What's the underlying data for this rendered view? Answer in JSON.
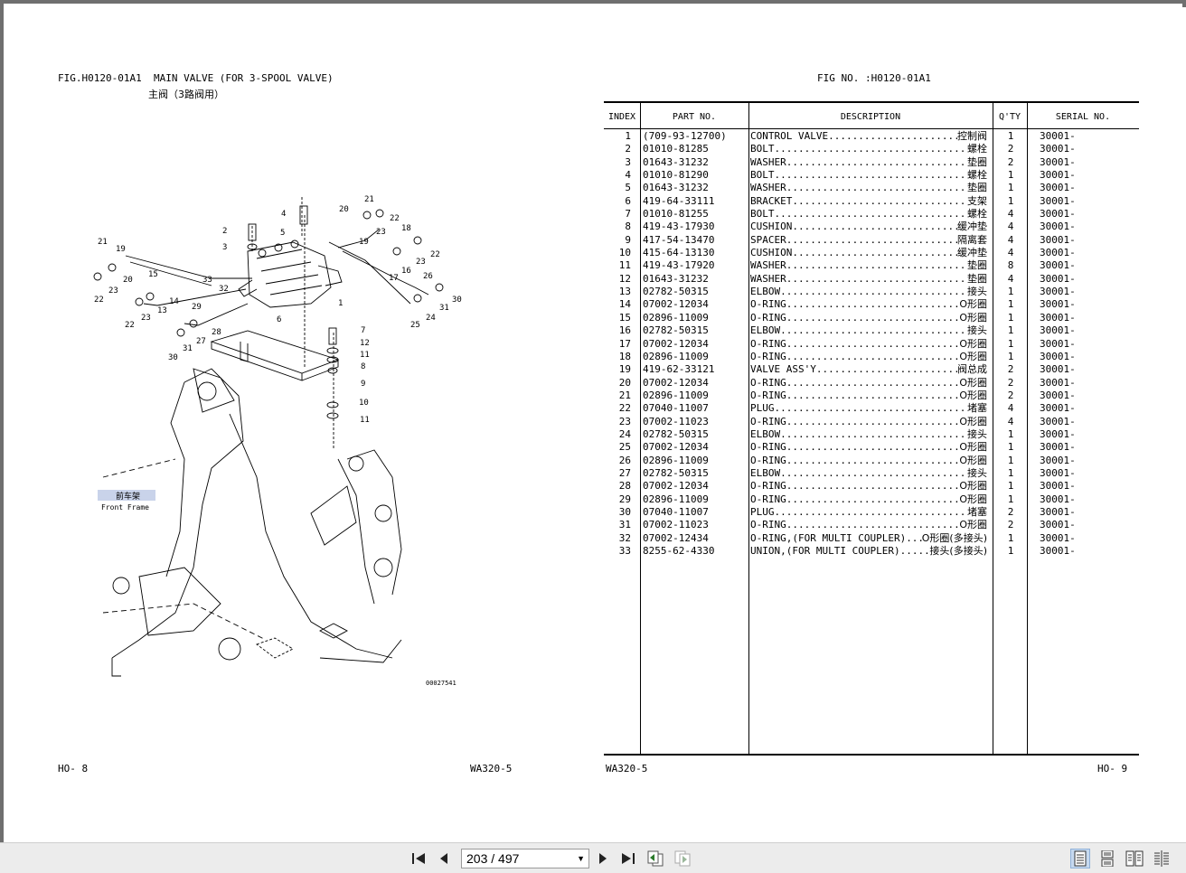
{
  "left_page": {
    "title": "FIG.H0120-01A1  MAIN VALVE (FOR 3-SPOOL VALVE)",
    "title_zh": "主阀（3路阀用）",
    "footer_left": "HO-   8",
    "footer_right": "WA320-5",
    "diagram": {
      "frame_label_zh": "前车架",
      "frame_label_en": "Front Frame",
      "drawing_no": "00027541",
      "callouts": [
        "1",
        "2",
        "3",
        "4",
        "5",
        "6",
        "7",
        "8",
        "9",
        "10",
        "11",
        "12",
        "13",
        "14",
        "15",
        "16",
        "17",
        "18",
        "19",
        "20",
        "21",
        "22",
        "23",
        "24",
        "25",
        "26",
        "27",
        "28",
        "29",
        "30",
        "31",
        "32",
        "33"
      ]
    }
  },
  "right_page": {
    "title": "FIG NO. :H0120-01A1",
    "footer_left": "WA320-5",
    "footer_right": "HO-   9",
    "headers": {
      "index": "INDEX",
      "part_no": "PART NO.",
      "description": "DESCRIPTION",
      "qty": "Q'TY",
      "serial": "SERIAL NO."
    },
    "rows": [
      {
        "index": "1",
        "part": "(709-93-12700)",
        "en": "CONTROL VALVE",
        "zh": "控制阀",
        "qty": "1",
        "serial": "30001-"
      },
      {
        "index": "2",
        "part": "01010-81285",
        "en": "BOLT",
        "zh": "螺栓",
        "qty": "2",
        "serial": "30001-"
      },
      {
        "index": "3",
        "part": "01643-31232",
        "en": "WASHER",
        "zh": "垫圈",
        "qty": "2",
        "serial": "30001-"
      },
      {
        "index": "4",
        "part": "01010-81290",
        "en": "BOLT",
        "zh": "螺栓",
        "qty": "1",
        "serial": "30001-"
      },
      {
        "index": "5",
        "part": "01643-31232",
        "en": "WASHER",
        "zh": "垫圈",
        "qty": "1",
        "serial": "30001-"
      },
      {
        "index": "6",
        "part": "419-64-33111",
        "en": "BRACKET",
        "zh": "支架",
        "qty": "1",
        "serial": "30001-"
      },
      {
        "index": "7",
        "part": "01010-81255",
        "en": "BOLT",
        "zh": "螺栓",
        "qty": "4",
        "serial": "30001-"
      },
      {
        "index": "8",
        "part": "419-43-17930",
        "en": "CUSHION",
        "zh": "缓冲垫",
        "qty": "4",
        "serial": "30001-"
      },
      {
        "index": "9",
        "part": "417-54-13470",
        "en": "SPACER",
        "zh": "隔离套",
        "qty": "4",
        "serial": "30001-"
      },
      {
        "index": "10",
        "part": "415-64-13130",
        "en": "CUSHION",
        "zh": "缓冲垫",
        "qty": "4",
        "serial": "30001-"
      },
      {
        "index": "11",
        "part": "419-43-17920",
        "en": "WASHER",
        "zh": "垫圈",
        "qty": "8",
        "serial": "30001-"
      },
      {
        "index": "12",
        "part": "01643-31232",
        "en": "WASHER",
        "zh": "垫圈",
        "qty": "4",
        "serial": "30001-"
      },
      {
        "index": "13",
        "part": "02782-50315",
        "en": "ELBOW",
        "zh": "接头",
        "qty": "1",
        "serial": "30001-"
      },
      {
        "index": "14",
        "part": "07002-12034",
        "en": "O-RING",
        "zh": "O形圈",
        "qty": "1",
        "serial": "30001-"
      },
      {
        "index": "15",
        "part": "02896-11009",
        "en": "O-RING",
        "zh": "O形圈",
        "qty": "1",
        "serial": "30001-"
      },
      {
        "index": "16",
        "part": "02782-50315",
        "en": "ELBOW",
        "zh": "接头",
        "qty": "1",
        "serial": "30001-"
      },
      {
        "index": "17",
        "part": "07002-12034",
        "en": "O-RING",
        "zh": "O形圈",
        "qty": "1",
        "serial": "30001-"
      },
      {
        "index": "18",
        "part": "02896-11009",
        "en": "O-RING",
        "zh": "O形圈",
        "qty": "1",
        "serial": "30001-"
      },
      {
        "index": "19",
        "part": "419-62-33121",
        "en": "VALVE ASS'Y",
        "zh": "阀总成",
        "qty": "2",
        "serial": "30001-"
      },
      {
        "index": "20",
        "part": "07002-12034",
        "en": "O-RING",
        "zh": "O形圈",
        "qty": "2",
        "serial": "30001-"
      },
      {
        "index": "21",
        "part": "02896-11009",
        "en": "O-RING",
        "zh": "O形圈",
        "qty": "2",
        "serial": "30001-"
      },
      {
        "index": "22",
        "part": "07040-11007",
        "en": "PLUG",
        "zh": "堵塞",
        "qty": "4",
        "serial": "30001-"
      },
      {
        "index": "23",
        "part": "07002-11023",
        "en": "O-RING",
        "zh": "O形圈",
        "qty": "4",
        "serial": "30001-"
      },
      {
        "index": "24",
        "part": "02782-50315",
        "en": "ELBOW",
        "zh": "接头",
        "qty": "1",
        "serial": "30001-"
      },
      {
        "index": "25",
        "part": "07002-12034",
        "en": "O-RING",
        "zh": "O形圈",
        "qty": "1",
        "serial": "30001-"
      },
      {
        "index": "26",
        "part": "02896-11009",
        "en": "O-RING",
        "zh": "O形圈",
        "qty": "1",
        "serial": "30001-"
      },
      {
        "index": "27",
        "part": "02782-50315",
        "en": "ELBOW",
        "zh": "接头",
        "qty": "1",
        "serial": "30001-"
      },
      {
        "index": "28",
        "part": "07002-12034",
        "en": "O-RING",
        "zh": "O形圈",
        "qty": "1",
        "serial": "30001-"
      },
      {
        "index": "29",
        "part": "02896-11009",
        "en": "O-RING",
        "zh": "O形圈",
        "qty": "1",
        "serial": "30001-"
      },
      {
        "index": "30",
        "part": "07040-11007",
        "en": "PLUG",
        "zh": "堵塞",
        "qty": "2",
        "serial": "30001-"
      },
      {
        "index": "31",
        "part": "07002-11023",
        "en": "O-RING",
        "zh": "O形圈",
        "qty": "2",
        "serial": "30001-"
      },
      {
        "index": "32",
        "part": "07002-12434",
        "en": "O-RING,(FOR MULTI COUPLER)",
        "zh": "O形圈(多接头)",
        "qty": "1",
        "serial": "30001-"
      },
      {
        "index": "33",
        "part": "8255-62-4330",
        "en": "UNION,(FOR MULTI COUPLER)",
        "zh": "接头(多接头)",
        "qty": "1",
        "serial": "30001-"
      }
    ]
  },
  "toolbar": {
    "page_display": "203 / 497",
    "icons": [
      "first-page-icon",
      "previous-page-icon",
      "next-page-icon",
      "last-page-icon",
      "go-back-view-icon",
      "go-forward-view-icon",
      "single-page-view-icon",
      "continuous-view-icon",
      "facing-view-icon",
      "continuous-facing-view-icon"
    ]
  }
}
